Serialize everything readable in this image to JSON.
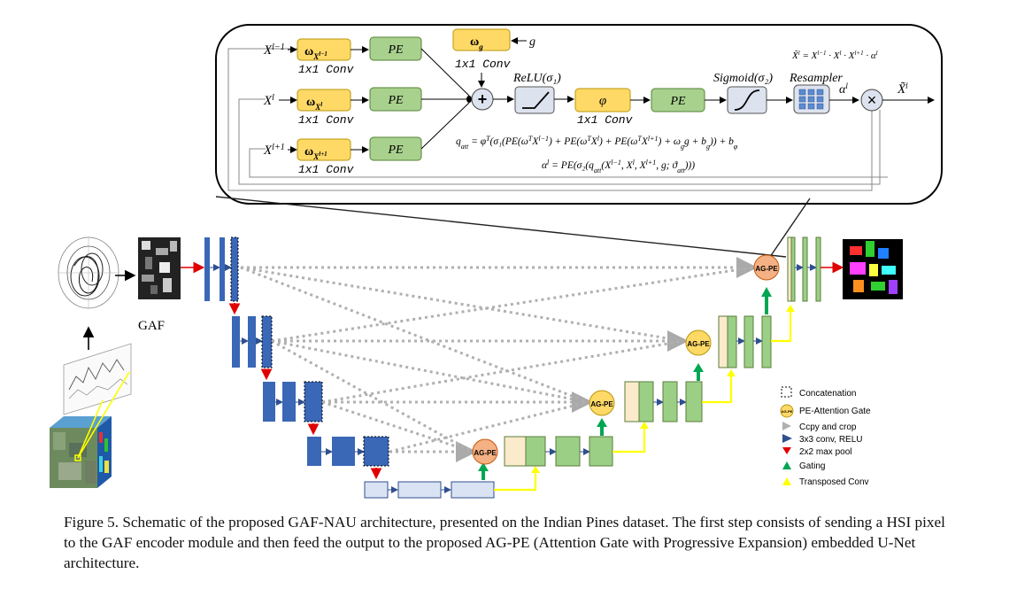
{
  "figure": {
    "caption": "Figure 5. Schematic of the proposed GAF-NAU architecture, presented on the Indian Pines dataset. The first step consists of sending a HSI pixel to the GAF encoder module and then feed the output to the proposed AG-PE (Attention Gate with Progressive Expansion) embedded U-Net architecture."
  },
  "inset": {
    "inputs": [
      "X^{l−1}",
      "X^{l}",
      "X^{l+1}"
    ],
    "weight_labels": [
      "ω_{X^{l−1}}",
      "ω_{X^{l}}",
      "ω_{X^{l+1}}"
    ],
    "gate_weight": "ω_g",
    "gate_input": "g",
    "conv_label": "1x1 Conv",
    "pe_label": "PE",
    "plus": "+",
    "relu_label": "ReLU(σ₁)",
    "phi": "φ",
    "sigmoid_label": "Sigmoid(σ₂)",
    "resampler_label": "Resampler",
    "alpha": "α^l",
    "times": "×",
    "output": "X̃^l",
    "eq_top": "X̃^l = X^{l−1} · X^l · X^{l+1} · α^l",
    "eq_q": "q^l_att = φ^T(σ₁(PE(ω^T X^{l−1}) + PE(ω^T X^l) + PE(ω^T X^{l+1}) + ω_g^T g + b_g)) + b_φ",
    "eq_alpha": "α^l = PE(σ₂(q^l_att(X^{l−1}, X^l, X^{l+1}, g; ϑ_att)))"
  },
  "main": {
    "gaf_label": "GAF",
    "gate_label": "AG-PE"
  },
  "legend": {
    "items": [
      "Concatenation",
      "PE-Attention Gate",
      "Ccpy and crop",
      "3x3 conv, RELU",
      "2x2 max pool",
      "Gating",
      "Transposed Conv"
    ],
    "badge": "AG-PE"
  },
  "colors": {
    "encoder": "#3a67b6",
    "decoder": "#9ccf86",
    "concat": "#fbeacb",
    "pe": "#a9d18e",
    "weight": "#ffd966",
    "gate_orange": "#f4b183",
    "gate_yellow": "#ffd966",
    "skip": "#b0b0b0",
    "pool": "#e00000",
    "gating": "#00a651",
    "transposed": "#ffff00"
  }
}
